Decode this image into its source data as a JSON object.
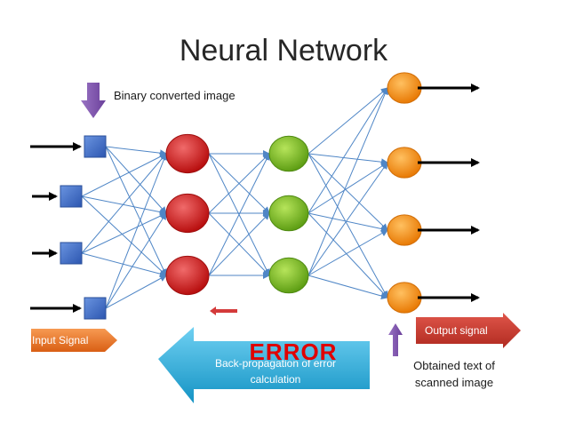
{
  "title": "Neural Network",
  "labels": {
    "binary": "Binary converted image",
    "input_signal": "Input Signal",
    "output_signal": "Output signal",
    "backprop": "Back-propagation of error calculation",
    "error": "ERROR",
    "obtained_line1": "Obtained text of",
    "obtained_line2": "scanned image"
  },
  "layers": [
    {
      "name": "input",
      "count": 4,
      "color": "#3d6cc8"
    },
    {
      "name": "hidden-1",
      "count": 3,
      "color": "#d41a1a"
    },
    {
      "name": "hidden-2",
      "count": 3,
      "color": "#7cc223"
    },
    {
      "name": "output",
      "count": 4,
      "color": "#f28a14"
    }
  ],
  "colors": {
    "connection": "#4f86c6",
    "input_arrow": "#e06a1c",
    "output_arrow": "#c0392b",
    "backprop_arrow": "#1aa7d6",
    "down_arrow": "#7a4ea8",
    "up_arrow": "#7a4ea8",
    "small_arrow": "#d43a3a"
  }
}
